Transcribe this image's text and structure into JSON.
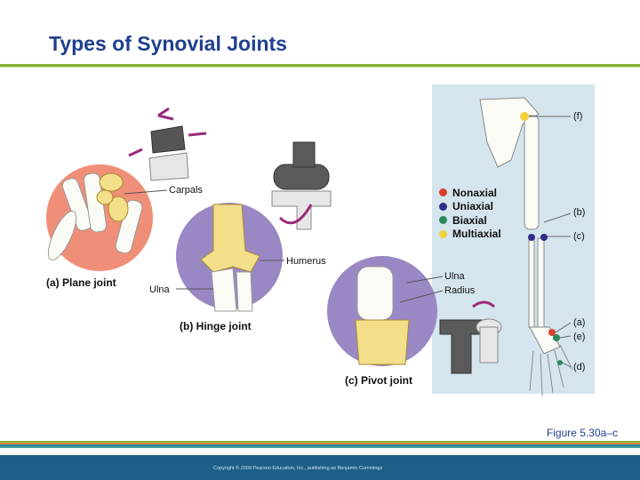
{
  "title": "Types of Synovial Joints",
  "labels": {
    "carpals": "Carpals",
    "humerus": "Humerus",
    "ulna_b": "Ulna",
    "ulna_c": "Ulna",
    "radius": "Radius",
    "plane_joint": "(a) Plane joint",
    "hinge_joint": "(b) Hinge joint",
    "pivot_joint": "(c) Pivot joint"
  },
  "legend": [
    {
      "label": "Nonaxial",
      "color": "#d9402b"
    },
    {
      "label": "Uniaxial",
      "color": "#2d2e8a"
    },
    {
      "label": "Biaxial",
      "color": "#2a8a5c"
    },
    {
      "label": "Multiaxial",
      "color": "#f2d23a"
    }
  ],
  "skeleton_markers": {
    "f": "(f)",
    "b": "(b)",
    "c": "(c)",
    "a": "(a)",
    "e": "(e)",
    "d": "(d)"
  },
  "figure_caption": "Figure 5.30a–c",
  "copyright": "Copyright © 2009 Pearson Education, Inc., publishing as Benjamin Cummings"
}
